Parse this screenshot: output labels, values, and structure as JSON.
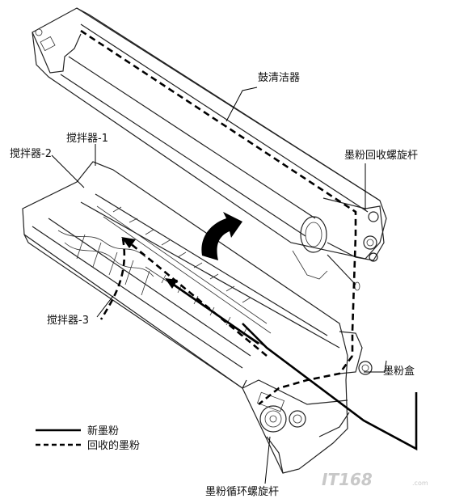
{
  "labels": {
    "drum_cleaner": "鼓清洁器",
    "agitator_1": "搅拌器-1",
    "agitator_2": "搅拌器-2",
    "agitator_3": "搅拌器-3",
    "recovery_screw": "墨粉回收螺旋杆",
    "toner_box": "墨粉盒",
    "circulation_screw": "墨粉循环螺旋杆"
  },
  "legend": {
    "new_toner": "新墨粉",
    "recovered_toner": "回收的墨粉"
  },
  "watermark": {
    "text": "IT168",
    "sub": ".com"
  }
}
